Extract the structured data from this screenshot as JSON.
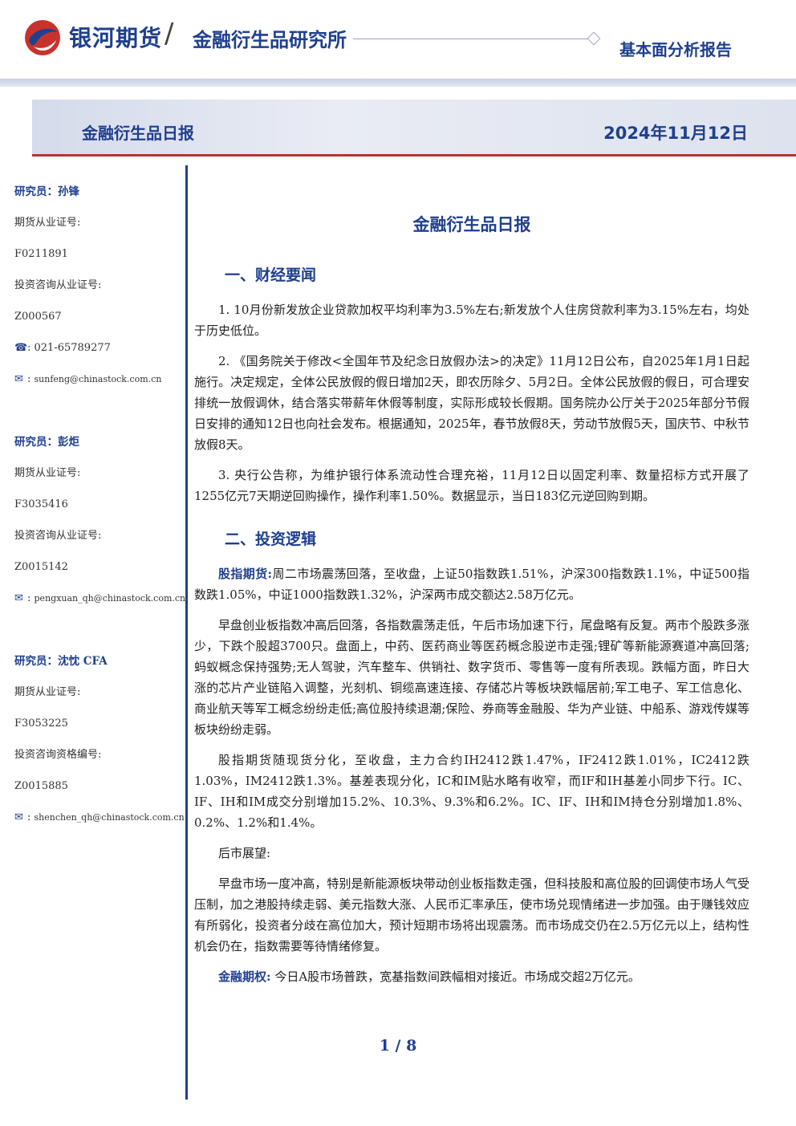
{
  "header": {
    "brand": "银河期货",
    "slash": "/",
    "institute": "金融衍生品研究所",
    "report_type": "基本面分析报告"
  },
  "title_band": {
    "title": "金融衍生品日报",
    "date": "2024年11月12日"
  },
  "sidebar": {
    "researchers": [
      {
        "name": "研究员：孙锋",
        "futures_label": "期货从业证号:",
        "futures_no": "F0211891",
        "consult_label": "投资咨询从业证号:",
        "consult_no": "Z000567",
        "phone": "021-65789277",
        "email": "sunfeng@chinastock.com.cn"
      },
      {
        "name": "研究员：彭炬",
        "futures_label": "期货从业证号:",
        "futures_no": "F3035416",
        "consult_label": "投资咨询从业证号:",
        "consult_no": "Z0015142",
        "email": "pengxuan_qh@chinastock.com.cn"
      },
      {
        "name": "研究员：沈忱 CFA",
        "futures_label": "期货从业证号:",
        "futures_no": "F3053225",
        "consult_label": "投资咨询资格编号:",
        "consult_no": "Z0015885",
        "email": "shenchen_qh@chinastock.com.cn"
      }
    ]
  },
  "main": {
    "title": "金融衍生品日报",
    "section1": {
      "heading": "一、财经要闻",
      "items": [
        "1. 10月份新发放企业贷款加权平均利率为3.5%左右;新发放个人住房贷款利率为3.15%左右，均处于历史低位。",
        "2. 《国务院关于修改<全国年节及纪念日放假办法>的决定》11月12日公布，自2025年1月1日起施行。决定规定，全体公民放假的假日增加2天，即农历除夕、5月2日。全体公民放假的假日，可合理安排统一放假调休，结合落实带薪年休假等制度，实际形成较长假期。国务院办公厅关于2025年部分节假日安排的通知12日也向社会发布。根据通知，2025年，春节放假8天，劳动节放假5天，国庆节、中秋节放假8天。",
        "3. 央行公告称，为维护银行体系流动性合理充裕，11月12日以固定利率、数量招标方式开展了1255亿元7天期逆回购操作，操作利率1.50%。数据显示，当日183亿元逆回购到期。"
      ]
    },
    "section2": {
      "heading": "二、投资逻辑",
      "index_label": "股指期货:",
      "index_summary": "周二市场震荡回落，至收盘，上证50指数跌1.51%，沪深300指数跌1.1%，中证500指数跌1.05%，中证1000指数跌1.32%，沪深两市成交额达2.58万亿元。",
      "p_market": "早盘创业板指数冲高后回落，各指数震荡走低，午后市场加速下行，尾盘略有反复。两市个股跌多涨少，下跌个股超3700只。盘面上，中药、医药商业等医药概念股逆市走强;锂矿等新能源赛道冲高回落;蚂蚁概念保持强势;无人驾驶，汽车整车、供销社、数字货币、零售等一度有所表现。跌幅方面，昨日大涨的芯片产业链陷入调整，光刻机、铜缆高速连接、存储芯片等板块跌幅居前;军工电子、军工信息化、商业航天等军工概念纷纷走低;高位股持续退潮;保险、券商等金融股、华为产业链、中船系、游戏传媒等板块纷纷走弱。",
      "p_futures": "股指期货随现货分化，至收盘，主力合约IH2412跌1.47%，IF2412跌1.01%，IC2412跌1.03%，IM2412跌1.3%。基差表现分化，IC和IM贴水略有收窄，而IF和IH基差小同步下行。IC、IF、IH和IM成交分别增加15.2%、10.3%、9.3%和6.2%。IC、IF、IH和IM持仓分别增加1.8%、0.2%、1.2%和1.4%。",
      "outlook_label": "后市展望:",
      "p_outlook": "早盘市场一度冲高，特别是新能源板块带动创业板指数走强，但科技股和高位股的回调使市场人气受压制，加之港股持续走弱、美元指数大涨、人民币汇率承压，使市场兑现情绪进一步加强。由于赚钱效应有所弱化，投资者分歧在高位加大，预计短期市场将出现震荡。而市场成交仍在2.5万亿元以上，结构性机会仍在，指数需要等待情绪修复。",
      "option_label": "金融期权:",
      "option_text": "今日A股市场普跌，宽基指数间跌幅相对接近。市场成交超2万亿元。"
    }
  },
  "page_number": "1 / 8",
  "colors": {
    "brand_blue": "#1f3f8f",
    "accent_red": "#b8342f"
  }
}
